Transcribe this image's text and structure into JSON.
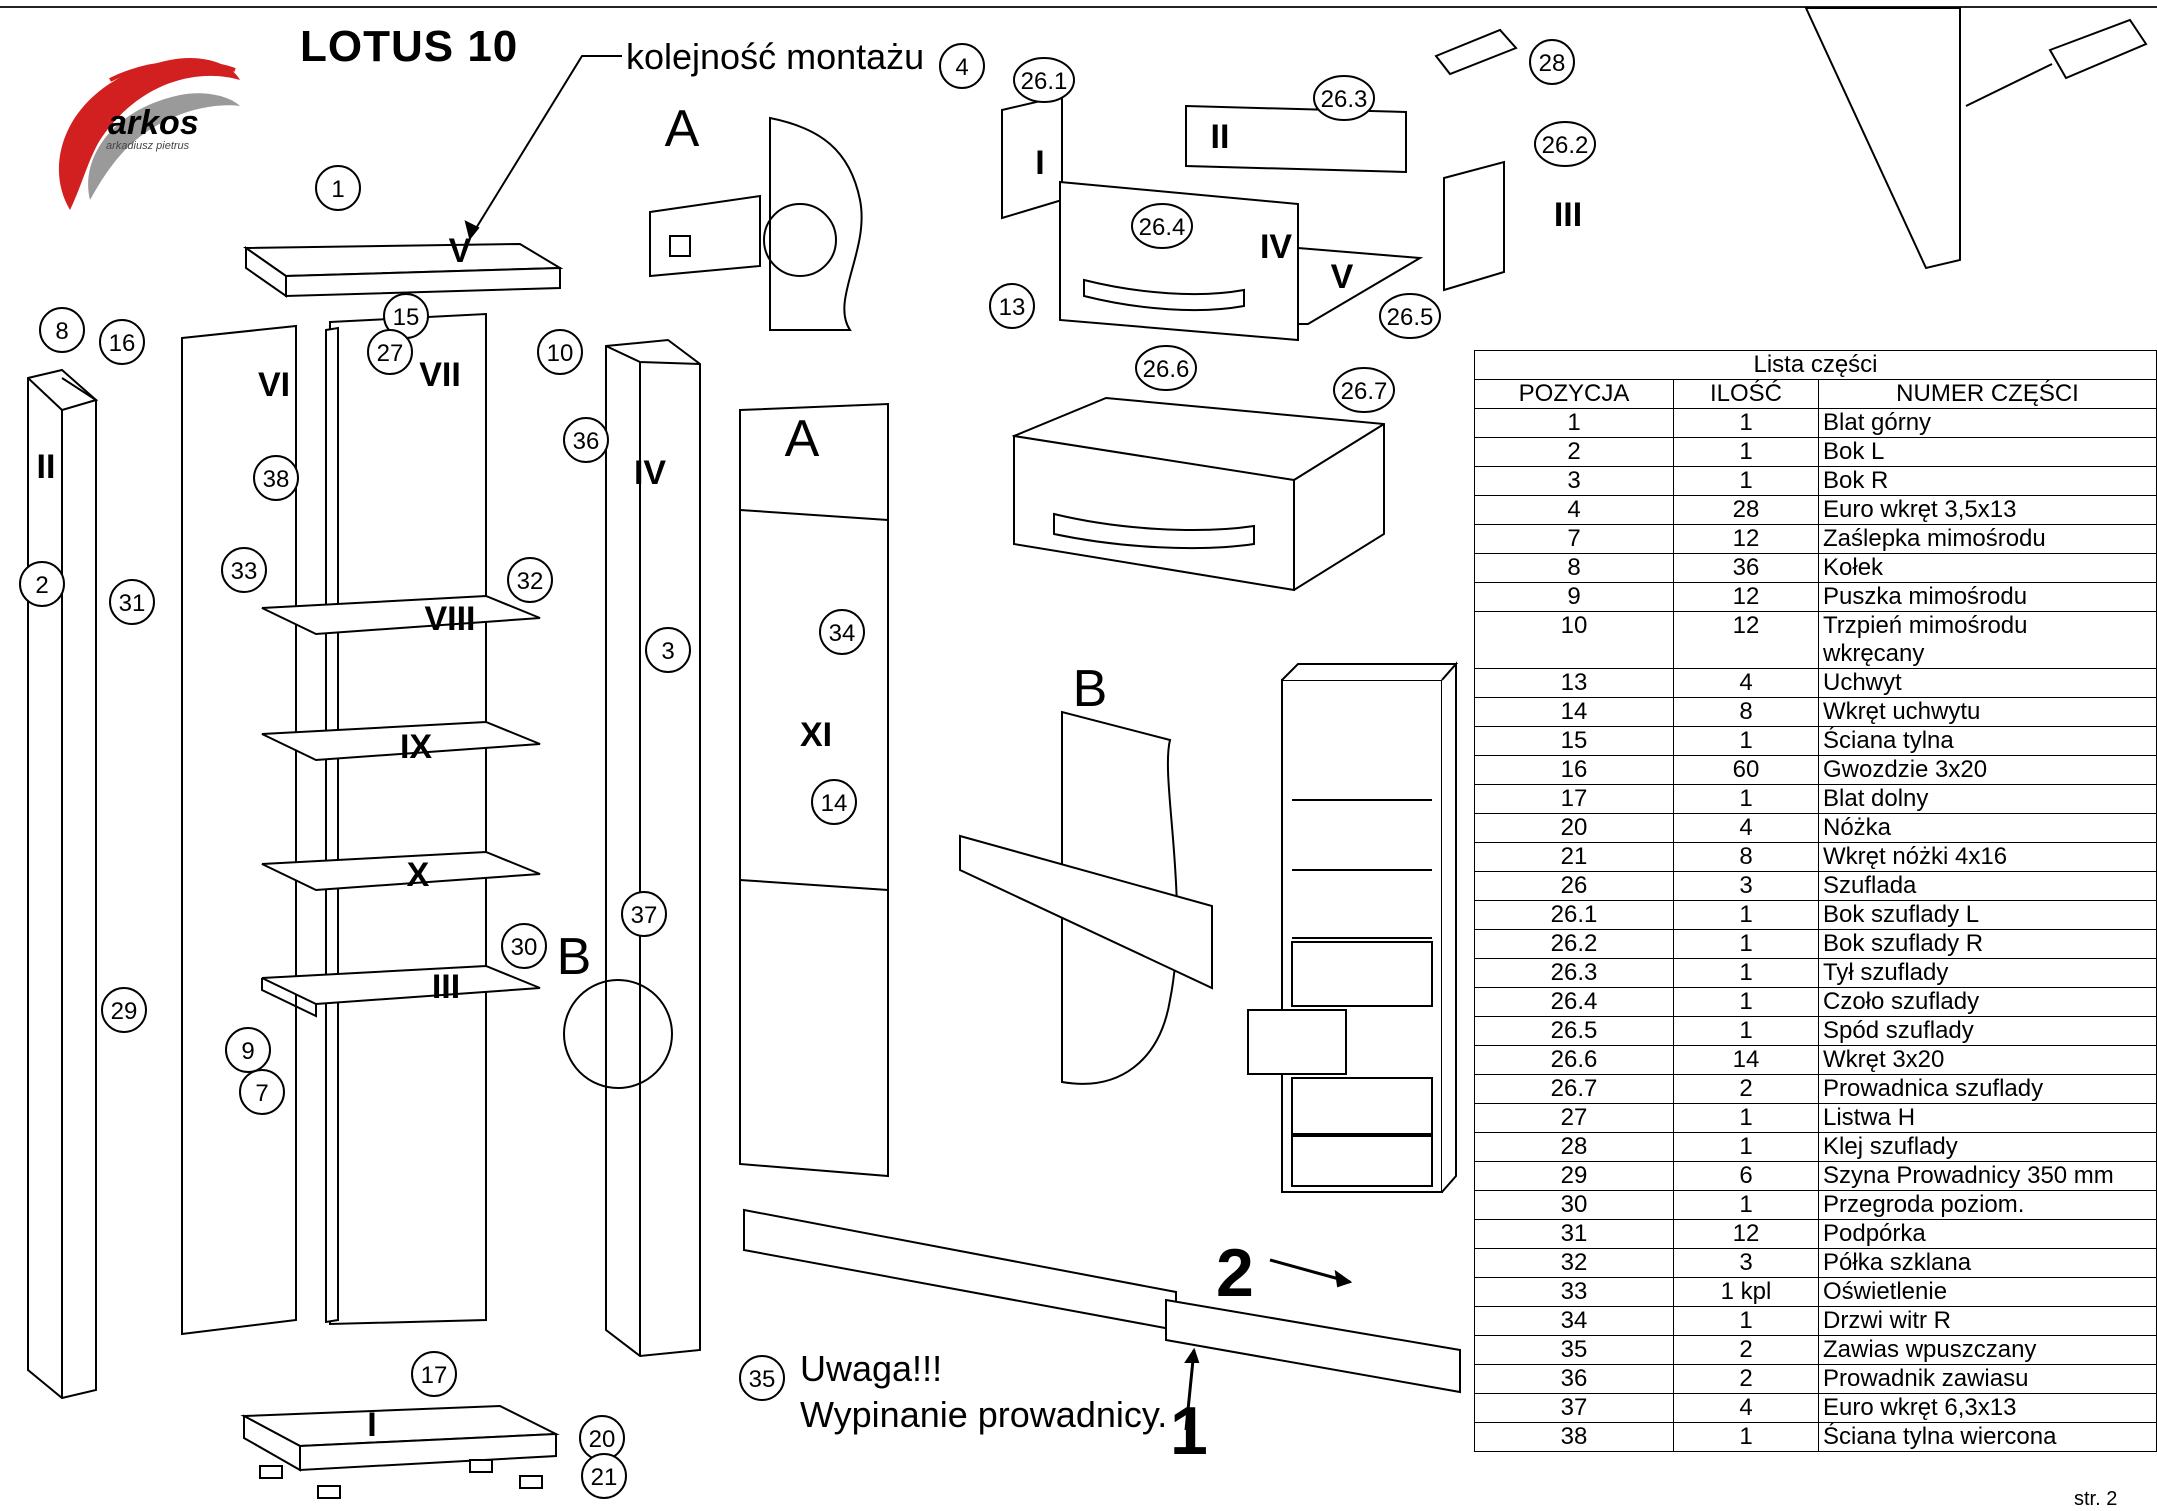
{
  "title": "LOTUS 10",
  "assembly_order_label": "kolejność montażu",
  "logo": {
    "name": "arkos",
    "subtitle": "arkadiusz pietrus"
  },
  "detail_labels": [
    "A",
    "A",
    "B",
    "B"
  ],
  "panel_numerals": [
    "V",
    "VI",
    "VII",
    "II",
    "IV",
    "VIII",
    "IX",
    "X",
    "III",
    "XI",
    "I",
    "I",
    "II",
    "III",
    "IV",
    "V"
  ],
  "callouts": [
    "1",
    "2",
    "3",
    "4",
    "7",
    "8",
    "9",
    "10",
    "13",
    "14",
    "15",
    "16",
    "17",
    "20",
    "21",
    "26.1",
    "26.2",
    "26.3",
    "26.4",
    "26.5",
    "26.6",
    "26.7",
    "27",
    "28",
    "29",
    "30",
    "31",
    "32",
    "33",
    "34",
    "35",
    "36",
    "37",
    "38"
  ],
  "slide_steps": {
    "step1": "1",
    "step2": "2"
  },
  "warning": {
    "line1": "Uwaga!!!",
    "line2": "Wypinanie prowadnicy."
  },
  "page_number": "str. 2",
  "parts_list": {
    "caption": "Lista części",
    "headers": [
      "POZYCJA",
      "ILOŚĆ",
      "NUMER CZĘŚCI"
    ],
    "rows": [
      {
        "pos": "1",
        "qty": "1",
        "name": "Blat górny"
      },
      {
        "pos": "2",
        "qty": "1",
        "name": "Bok L"
      },
      {
        "pos": "3",
        "qty": "1",
        "name": "Bok R"
      },
      {
        "pos": "4",
        "qty": "28",
        "name": "Euro wkręt  3,5x13"
      },
      {
        "pos": "7",
        "qty": "12",
        "name": "Zaślepka mimośrodu"
      },
      {
        "pos": "8",
        "qty": "36",
        "name": "Kołek"
      },
      {
        "pos": "9",
        "qty": "12",
        "name": "Puszka mimośrodu"
      },
      {
        "pos": "10",
        "qty": "12",
        "name": "Trzpień mimośrodu",
        "name2": "wkręcany"
      },
      {
        "pos": "13",
        "qty": "4",
        "name": "Uchwyt"
      },
      {
        "pos": "14",
        "qty": "8",
        "name": "Wkręt uchwytu"
      },
      {
        "pos": "15",
        "qty": "1",
        "name": "Ściana tylna"
      },
      {
        "pos": "16",
        "qty": "60",
        "name": "Gwozdzie 3x20"
      },
      {
        "pos": "17",
        "qty": "1",
        "name": "Blat dolny"
      },
      {
        "pos": "20",
        "qty": "4",
        "name": "Nóżka"
      },
      {
        "pos": "21",
        "qty": "8",
        "name": "Wkręt nóżki 4x16"
      },
      {
        "pos": "26",
        "qty": "3",
        "name": "Szuflada"
      },
      {
        "pos": "26.1",
        "qty": "1",
        "name": "Bok szuflady L"
      },
      {
        "pos": "26.2",
        "qty": "1",
        "name": "Bok szuflady R"
      },
      {
        "pos": "26.3",
        "qty": "1",
        "name": "Tył szuflady"
      },
      {
        "pos": "26.4",
        "qty": "1",
        "name": "Czoło szuflady"
      },
      {
        "pos": "26.5",
        "qty": "1",
        "name": "Spód szuflady"
      },
      {
        "pos": "26.6",
        "qty": "14",
        "name": "Wkręt 3x20"
      },
      {
        "pos": "26.7",
        "qty": "2",
        "name": "Prowadnica szuflady"
      },
      {
        "pos": "27",
        "qty": "1",
        "name": "Listwa H"
      },
      {
        "pos": "28",
        "qty": "1",
        "name": "Klej szuflady"
      },
      {
        "pos": "29",
        "qty": "6",
        "name": "Szyna Prowadnicy 350 mm"
      },
      {
        "pos": "30",
        "qty": "1",
        "name": "Przegroda poziom."
      },
      {
        "pos": "31",
        "qty": "12",
        "name": "Podpórka"
      },
      {
        "pos": "32",
        "qty": "3",
        "name": "Półka szklana"
      },
      {
        "pos": "33",
        "qty": "1 kpl",
        "name": "Oświetlenie"
      },
      {
        "pos": "34",
        "qty": "1",
        "name": "Drzwi  witr R"
      },
      {
        "pos": "35",
        "qty": "2",
        "name": "Zawias wpuszczany"
      },
      {
        "pos": "36",
        "qty": "2",
        "name": "Prowadnik zawiasu"
      },
      {
        "pos": "37",
        "qty": "4",
        "name": "Euro wkręt  6,3x13"
      },
      {
        "pos": "38",
        "qty": "1",
        "name": "Ściana tylna wiercona"
      }
    ]
  },
  "colors": {
    "ink": "#000000",
    "logo_red": "#d21f1f",
    "logo_gray": "#9a9a9a",
    "panel_fill": "#ffffff"
  }
}
